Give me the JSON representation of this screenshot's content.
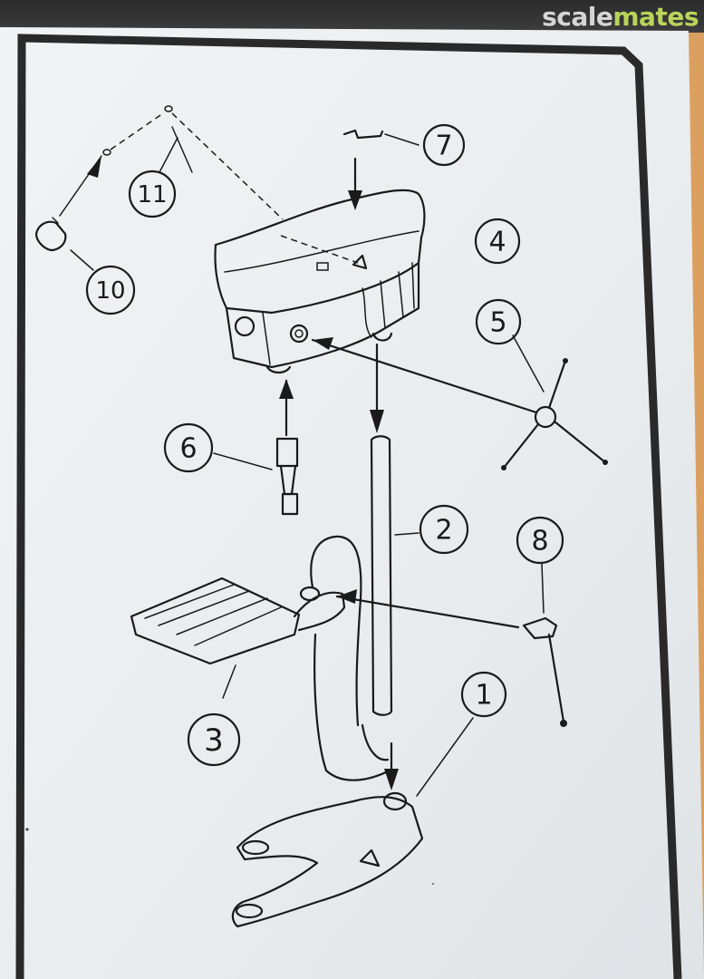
{
  "watermark": {
    "part1": "scale",
    "part2": "mates"
  },
  "callouts": [
    {
      "id": "1",
      "label": "1"
    },
    {
      "id": "2",
      "label": "2"
    },
    {
      "id": "3",
      "label": "3"
    },
    {
      "id": "4",
      "label": "4"
    },
    {
      "id": "5",
      "label": "5"
    },
    {
      "id": "6",
      "label": "6"
    },
    {
      "id": "7",
      "label": "7"
    },
    {
      "id": "8",
      "label": "8"
    },
    {
      "id": "10",
      "label": "10"
    },
    {
      "id": "11",
      "label": "11"
    }
  ],
  "colors": {
    "paper": "#eef1f2",
    "ink": "#1a1a1a",
    "table": "#e2a35a",
    "frame": "#2a2a2a"
  }
}
